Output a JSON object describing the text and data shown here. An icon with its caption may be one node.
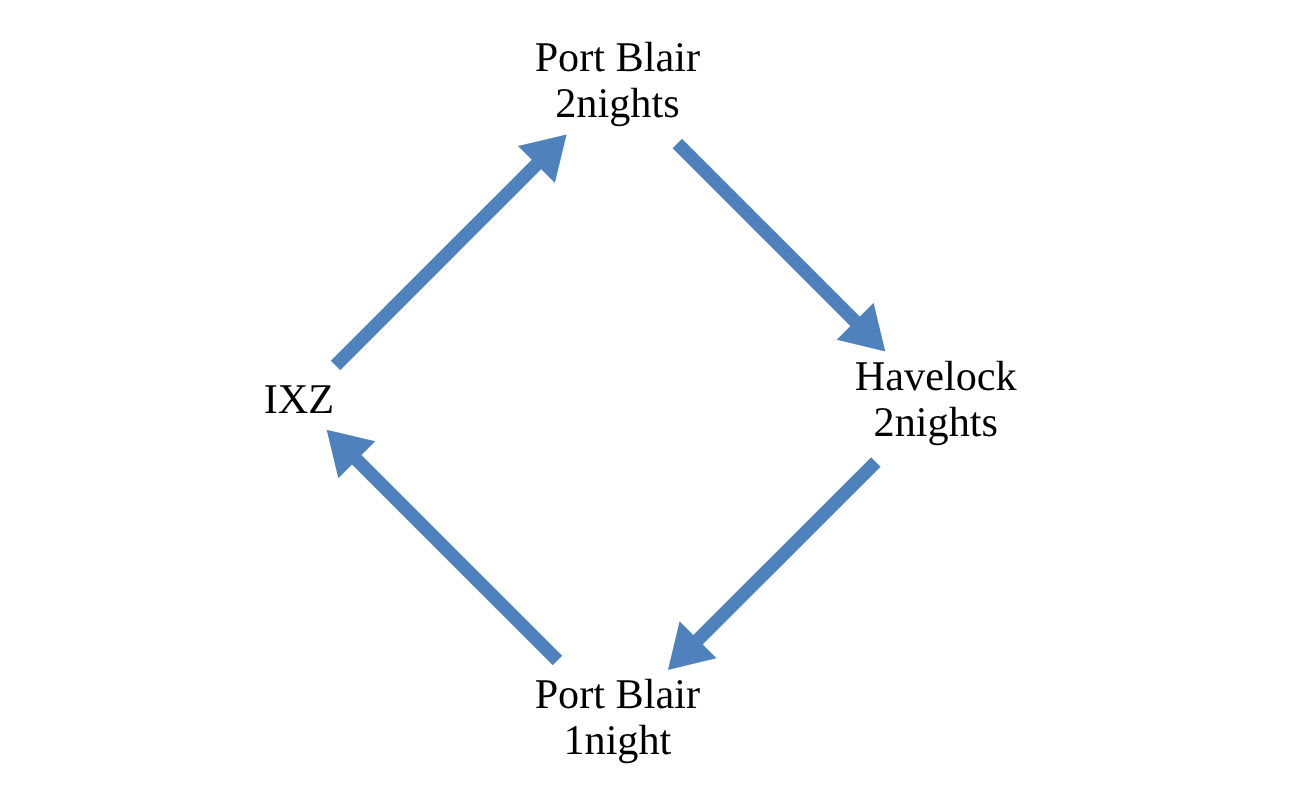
{
  "diagram": {
    "nodes": [
      {
        "text": [
          "Port Blair 1night"
        ]
      },
      {
        "text": [
          "IXZ"
        ]
      },
      {
        "text": [
          "Port Blair 2nights"
        ]
      },
      {
        "text": [
          "Havelock 2nights"
        ]
      }
    ],
    "edges": [
      {
        "from": 0,
        "to": 1,
        "arrow": "to"
      },
      {
        "from": 1,
        "to": 2,
        "arrow": "to"
      },
      {
        "from": 2,
        "to": 3,
        "arrow": "to"
      },
      {
        "from": 3,
        "to": 0,
        "arrow": "to"
      }
    ]
  }
}
